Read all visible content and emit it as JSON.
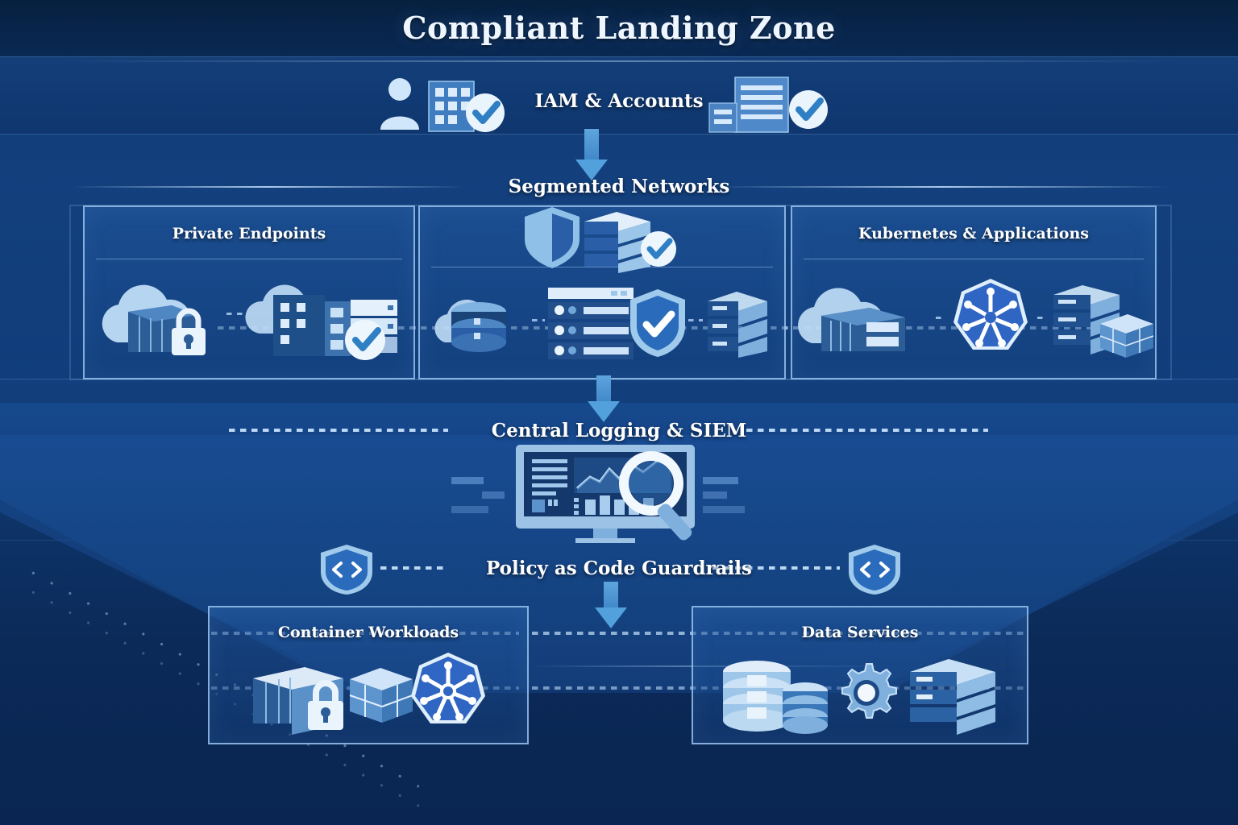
{
  "title": "Compliant Landing Zone",
  "sections": {
    "iam": {
      "label": "IAM & Accounts",
      "icons": [
        "user-icon",
        "building-icon",
        "check-badge-icon",
        "office-building-icon",
        "check-badge-icon"
      ]
    },
    "segmented_networks": {
      "label": "Segmented Networks",
      "panels": [
        {
          "label": "Private Endpoints",
          "icons": [
            "cloud-container-lock-icon",
            "cloud-building-server-check-icon"
          ]
        },
        {
          "label": "",
          "top_icons": [
            "shield-icon",
            "server-stack-icon",
            "check-badge-icon"
          ],
          "icons": [
            "cloud-database-icon",
            "server-rack-panel-icon",
            "shield-check-icon",
            "server-stack-icon"
          ]
        },
        {
          "label": "Kubernetes & Applications",
          "icons": [
            "cloud-container-icon",
            "kubernetes-icon",
            "server-stack-box-icon"
          ]
        }
      ]
    },
    "central_logging": {
      "label": "Central Logging & SIEM",
      "icons": [
        "monitor-dashboard-icon",
        "magnifier-icon"
      ]
    },
    "policy_guardrails": {
      "label": "Policy as Code Guardrails",
      "left_icon": "shield-code-icon",
      "right_icon": "shield-code-icon"
    },
    "bottom": {
      "panels": [
        {
          "label": "Container Workloads",
          "icons": [
            "container-lock-icon",
            "cubes-icon",
            "kubernetes-icon"
          ]
        },
        {
          "label": "Data Services",
          "icons": [
            "database-cylinders-icon",
            "gear-icon",
            "server-stack-icon"
          ]
        }
      ]
    }
  },
  "colors": {
    "background_dark": "#07203f",
    "background_mid": "#11407e",
    "background_deep": "#0a2551",
    "accent_light": "#bddcff",
    "accent_arrow": "#52a0dc",
    "kubernetes_blue": "#2f66c4",
    "panel_border": "#aad4fc",
    "text_white": "#ffffff"
  }
}
